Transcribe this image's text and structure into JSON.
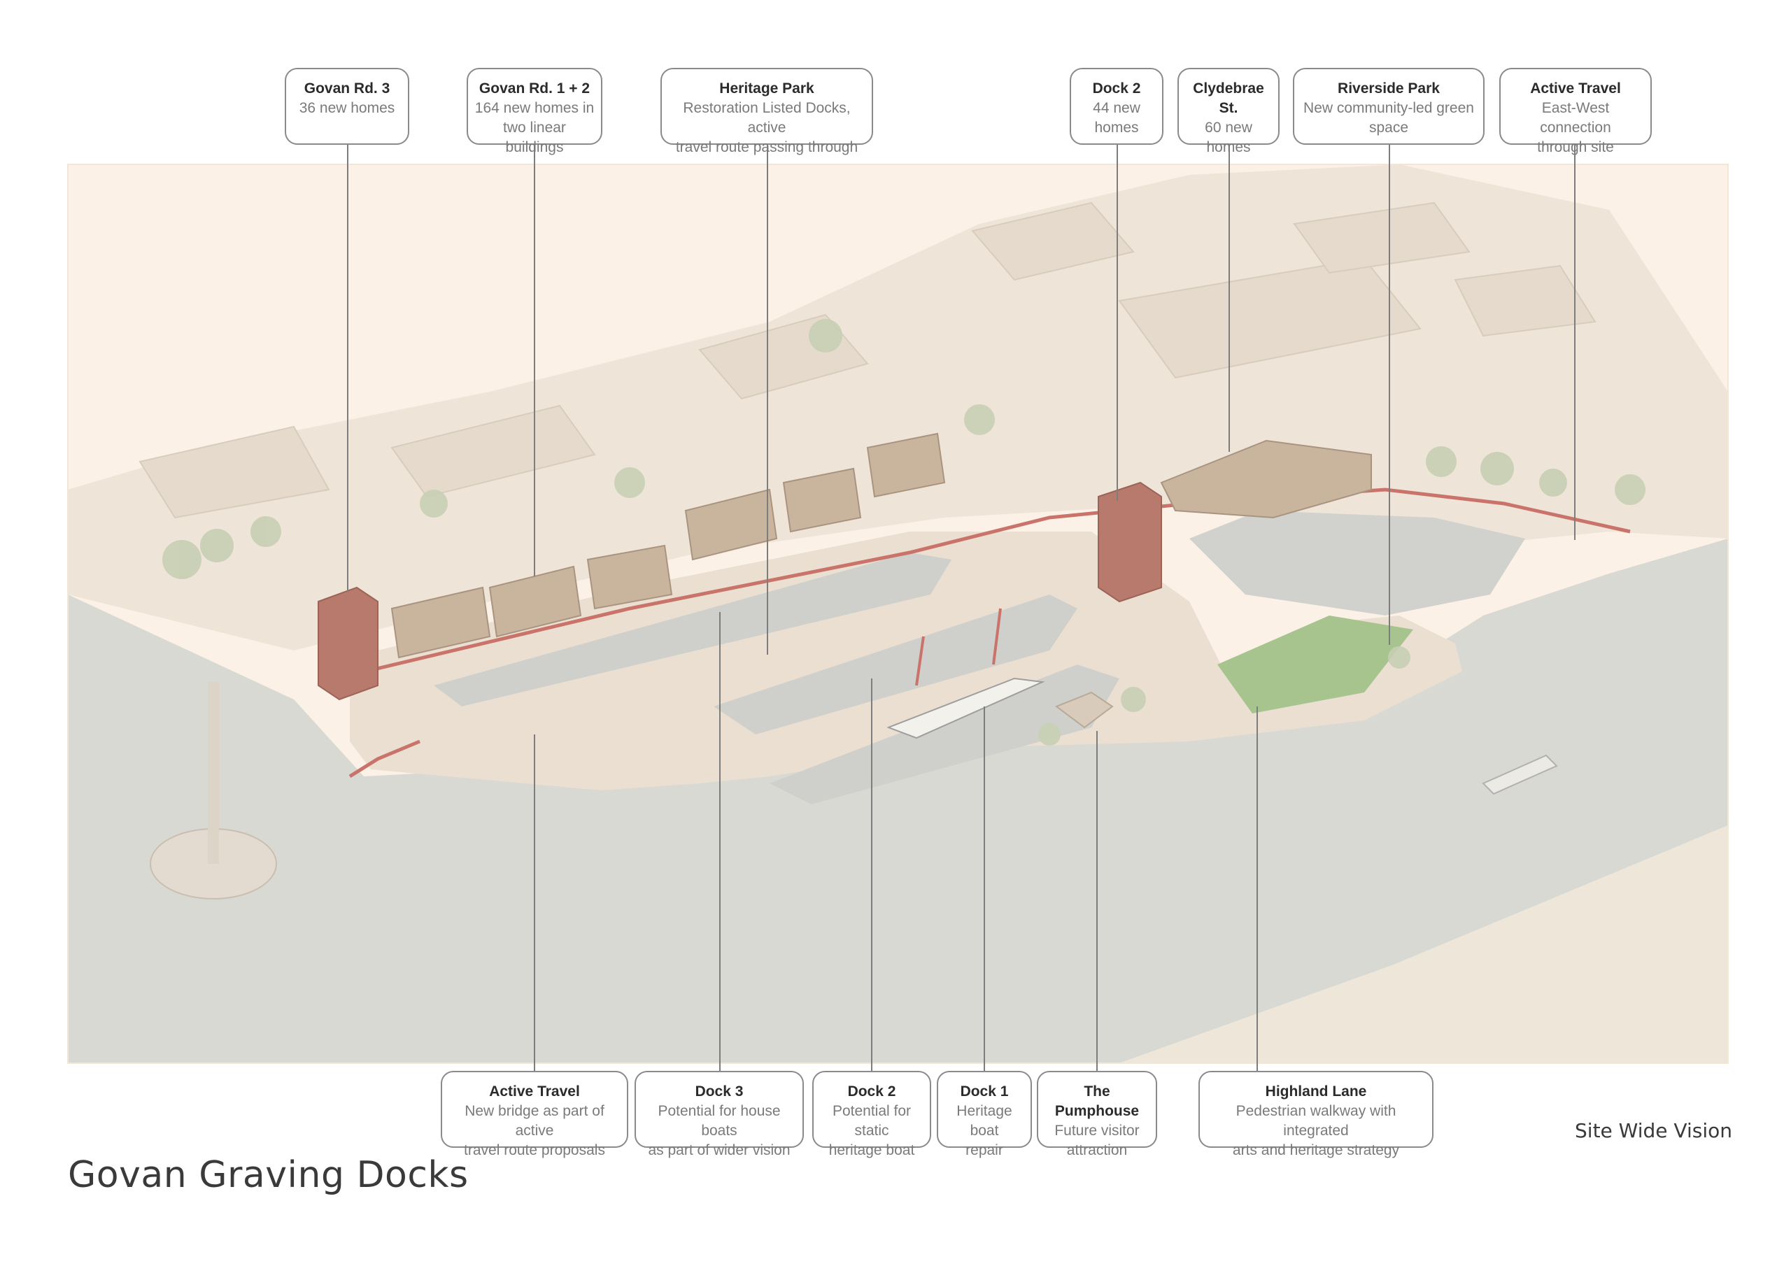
{
  "title": "Govan Graving Docks",
  "sheet_label": "Site Wide Vision",
  "colors": {
    "background": "#fbf1e6",
    "water": "#d9d9d4",
    "land": "#eee4d7",
    "buildings_context": "#e7ddd0",
    "new_homes": "#c9b49e",
    "towers": "#b87a6c",
    "park_green": "#a7c48e",
    "trees": "#c7cfb4",
    "active_travel_route": "#c9736b",
    "leader_line": "#7d7d7d"
  },
  "callouts_top": [
    {
      "title": "Govan Rd. 3",
      "lines": [
        "36 new homes"
      ]
    },
    {
      "title": "Govan Rd. 1 + 2",
      "lines": [
        "164 new homes in",
        "two linear buildings"
      ]
    },
    {
      "title": "Heritage Park",
      "lines": [
        "Restoration Listed Docks, active",
        "travel route passing through"
      ]
    },
    {
      "title": "Dock 2",
      "lines": [
        "44 new",
        "homes"
      ]
    },
    {
      "title": "Clydebrae St.",
      "lines": [
        "60 new homes"
      ]
    },
    {
      "title": "Riverside Park",
      "lines": [
        "New community-led green",
        "space"
      ]
    },
    {
      "title": "Active Travel",
      "lines": [
        "East-West connection",
        "through site"
      ]
    }
  ],
  "callouts_bottom": [
    {
      "title": "Active Travel",
      "lines": [
        "New bridge as part of active",
        "travel route proposals"
      ]
    },
    {
      "title": "Dock 3",
      "lines": [
        "Potential for house boats",
        "as part of wider vision"
      ]
    },
    {
      "title": "Dock 2",
      "lines": [
        "Potential for static",
        "heritage boat"
      ]
    },
    {
      "title": "Dock 1",
      "lines": [
        "Heritage boat",
        "repair"
      ]
    },
    {
      "title": "The Pumphouse",
      "lines": [
        "Future visitor",
        "attraction"
      ]
    },
    {
      "title": "Highland Lane",
      "lines": [
        "Pedestrian walkway with integrated",
        "arts and heritage strategy"
      ]
    }
  ]
}
